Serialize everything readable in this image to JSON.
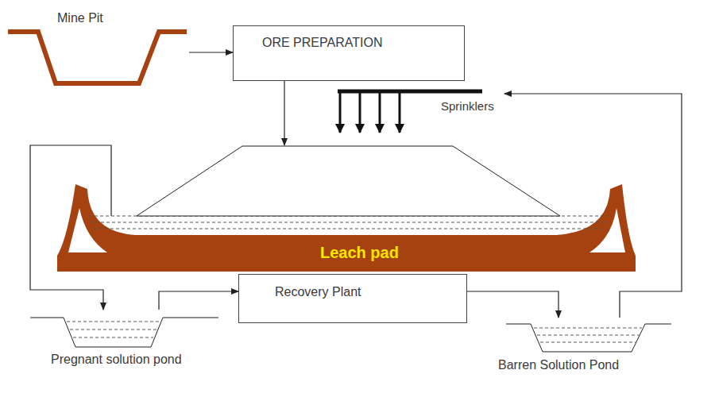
{
  "diagram": {
    "nodes": [
      {
        "text": [
          "Mine Pit"
        ]
      },
      {
        "text": [
          "ORE PREPARATION"
        ]
      },
      {
        "text": [
          "Sprinklers"
        ]
      },
      {
        "text": [
          "Leach pad"
        ]
      },
      {
        "text": [
          "Pregnant solution pond"
        ]
      },
      {
        "text": [
          "Recovery Plant"
        ]
      },
      {
        "text": [
          "Barren Solution Pond"
        ]
      }
    ],
    "edges": [
      {
        "from": 0,
        "to": 1,
        "arrow": "to"
      },
      {
        "from": 1,
        "to": 3,
        "arrow": "to"
      },
      {
        "from": 2,
        "to": 3,
        "arrow": "to"
      },
      {
        "from": 3,
        "to": 4,
        "arrow": "to"
      },
      {
        "from": 4,
        "to": 5,
        "arrow": "to"
      },
      {
        "from": 5,
        "to": 6,
        "arrow": "to"
      },
      {
        "from": 6,
        "to": 2,
        "arrow": "to"
      }
    ]
  }
}
